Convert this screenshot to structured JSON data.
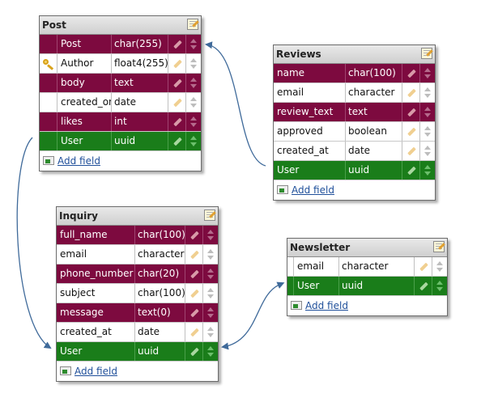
{
  "colors": {
    "unique": "#7d0a3f",
    "foreign_key": "#1a7d1a",
    "plain": "#ffffff",
    "link": "#3f6a9a"
  },
  "add_field_label": "Add field",
  "tables": {
    "post": {
      "title": "Post",
      "rows": [
        {
          "name": "Post",
          "type": "char(255)",
          "kind": "unique"
        },
        {
          "name": "Author",
          "type": "float4(255)",
          "kind": "plain",
          "primary_key": true
        },
        {
          "name": "body",
          "type": "text",
          "kind": "unique"
        },
        {
          "name": "created_on",
          "type": "date",
          "kind": "plain"
        },
        {
          "name": "likes",
          "type": "int",
          "kind": "unique"
        },
        {
          "name": "User",
          "type": "uuid",
          "kind": "fk"
        }
      ]
    },
    "reviews": {
      "title": "Reviews",
      "rows": [
        {
          "name": "name",
          "type": "char(100)",
          "kind": "unique"
        },
        {
          "name": "email",
          "type": "character",
          "kind": "plain"
        },
        {
          "name": "review_text",
          "type": "text",
          "kind": "unique"
        },
        {
          "name": "approved",
          "type": "boolean",
          "kind": "plain"
        },
        {
          "name": "created_at",
          "type": "date",
          "kind": "plain"
        },
        {
          "name": "User",
          "type": "uuid",
          "kind": "fk"
        }
      ]
    },
    "inquiry": {
      "title": "Inquiry",
      "rows": [
        {
          "name": "full_name",
          "type": "char(100)",
          "kind": "unique"
        },
        {
          "name": "email",
          "type": "character",
          "kind": "plain"
        },
        {
          "name": "phone_number",
          "type": "char(20)",
          "kind": "unique"
        },
        {
          "name": "subject",
          "type": "char(100)",
          "kind": "plain"
        },
        {
          "name": "message",
          "type": "text(0)",
          "kind": "unique"
        },
        {
          "name": "created_at",
          "type": "date",
          "kind": "plain"
        },
        {
          "name": "User",
          "type": "uuid",
          "kind": "fk"
        }
      ]
    },
    "newsletter": {
      "title": "Newsletter",
      "rows": [
        {
          "name": "email",
          "type": "character",
          "kind": "plain"
        },
        {
          "name": "User",
          "type": "uuid",
          "kind": "fk"
        }
      ]
    }
  }
}
